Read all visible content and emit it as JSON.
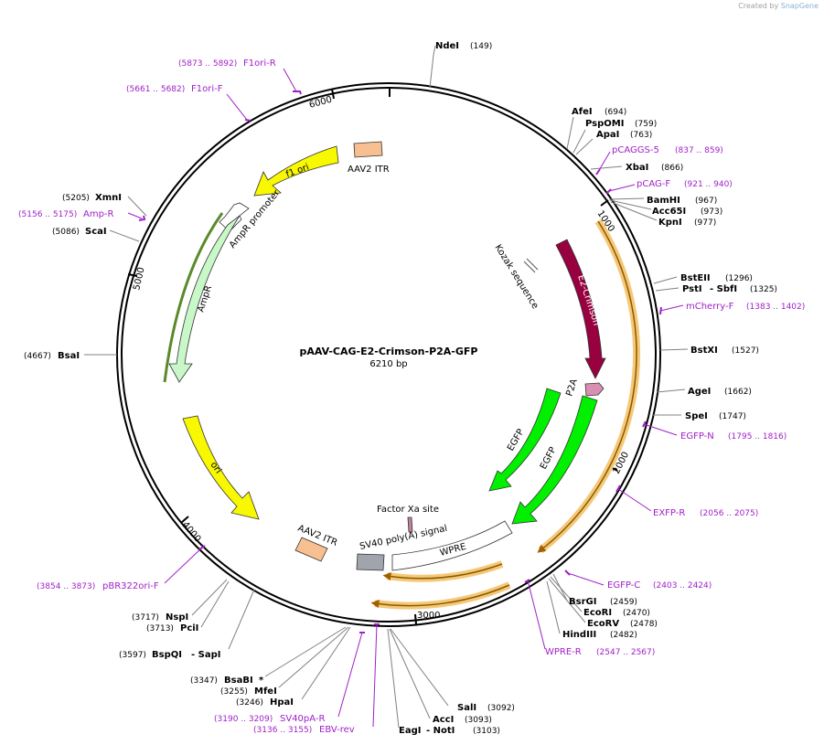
{
  "credit": {
    "prefix": "Created by",
    "brand": "SnapGene"
  },
  "title": "pAAV-CAG-E2-Crimson-P2A-GFP",
  "length_label": "6210 bp",
  "ticks": [
    "1000",
    "2000",
    "3000",
    "4000",
    "5000",
    "6000"
  ],
  "enzymes": [
    {
      "name": "NdeI",
      "pos": "(149)"
    },
    {
      "name": "AfeI",
      "pos": "(694)"
    },
    {
      "name": "PspOMI",
      "pos": "(759)"
    },
    {
      "name": "ApaI",
      "pos": "(763)"
    },
    {
      "name": "XbaI",
      "pos": "(866)"
    },
    {
      "name": "BamHI",
      "pos": "(967)"
    },
    {
      "name": "Acc65I",
      "pos": "(973)"
    },
    {
      "name": "KpnI",
      "pos": "(977)"
    },
    {
      "name": "BstEII",
      "pos": "(1296)"
    },
    {
      "name": "PstI",
      "extra": "- SbfI",
      "pos": "(1325)"
    },
    {
      "name": "BstXI",
      "pos": "(1527)"
    },
    {
      "name": "AgeI",
      "pos": "(1662)"
    },
    {
      "name": "SpeI",
      "pos": "(1747)"
    },
    {
      "name": "BsrGI",
      "pos": "(2459)"
    },
    {
      "name": "EcoRI",
      "pos": "(2470)"
    },
    {
      "name": "EcoRV",
      "pos": "(2478)"
    },
    {
      "name": "HindIII",
      "pos": "(2482)"
    },
    {
      "name": "SalI",
      "pos": "(3092)"
    },
    {
      "name": "AccI",
      "pos": "(3093)"
    },
    {
      "name": "EagI",
      "extra": "- NotI",
      "pos": "(3103)"
    },
    {
      "name": "HpaI",
      "pos": "(3246)"
    },
    {
      "name": "MfeI",
      "pos": "(3255)"
    },
    {
      "name": "BsaBI",
      "extra": "*",
      "pos": "(3347)"
    },
    {
      "name": "BspQI",
      "extra": "- SapI",
      "pos": "(3597)"
    },
    {
      "name": "PciI",
      "pos": "(3713)"
    },
    {
      "name": "NspI",
      "pos": "(3717)"
    },
    {
      "name": "BsaI",
      "pos": "(4667)"
    },
    {
      "name": "ScaI",
      "pos": "(5086)"
    },
    {
      "name": "XmnI",
      "pos": "(5205)"
    }
  ],
  "primers": [
    {
      "name": "F1ori-R",
      "pos": "(5873 .. 5892)"
    },
    {
      "name": "F1ori-F",
      "pos": "(5661 .. 5682)"
    },
    {
      "name": "pCAGGS-5",
      "pos": "(837 .. 859)"
    },
    {
      "name": "pCAG-F",
      "pos": "(921 .. 940)"
    },
    {
      "name": "mCherry-F",
      "pos": "(1383 .. 1402)"
    },
    {
      "name": "EGFP-N",
      "pos": "(1795 .. 1816)"
    },
    {
      "name": "EXFP-R",
      "pos": "(2056 .. 2075)"
    },
    {
      "name": "EGFP-C",
      "pos": "(2403 .. 2424)"
    },
    {
      "name": "WPRE-R",
      "pos": "(2547 .. 2567)"
    },
    {
      "name": "SV40pA-R",
      "pos": "(3190 .. 3209)"
    },
    {
      "name": "EBV-rev",
      "pos": "(3136 .. 3155)"
    },
    {
      "name": "pBR322ori-F",
      "pos": "(3854 .. 3873)"
    },
    {
      "name": "Amp-R",
      "pos": "(5156 .. 5175)"
    }
  ],
  "features": [
    {
      "name": "AAV2 ITR",
      "color": "#f8c090"
    },
    {
      "name": "f1 ori",
      "color": "#f8f800"
    },
    {
      "name": "AmpR promoter",
      "color": "#ffffff"
    },
    {
      "name": "AmpR",
      "color": "#c8f8c8"
    },
    {
      "name": "ori",
      "color": "#f8f800"
    },
    {
      "name": "AAV2 ITR",
      "color": "#f8c090"
    },
    {
      "name": "Kozak sequence",
      "color": "#808080"
    },
    {
      "name": "E2-Crimson",
      "color": "#980040"
    },
    {
      "name": "P2A",
      "color": "#d890b0"
    },
    {
      "name": "EGFP",
      "color": "#00f000"
    },
    {
      "name": "EGFP",
      "color": "#00f000"
    },
    {
      "name": "Factor Xa site",
      "color": "#c080a0"
    },
    {
      "name": "SV40 poly(A) signal",
      "color": "#a0a4ac"
    },
    {
      "name": "WPRE",
      "color": "#ffffff"
    }
  ],
  "colors": {
    "primer": "#a020c8",
    "backbone": "#000000",
    "orf_highlight": "#f5c878",
    "orf_arrow": "#a06000"
  }
}
